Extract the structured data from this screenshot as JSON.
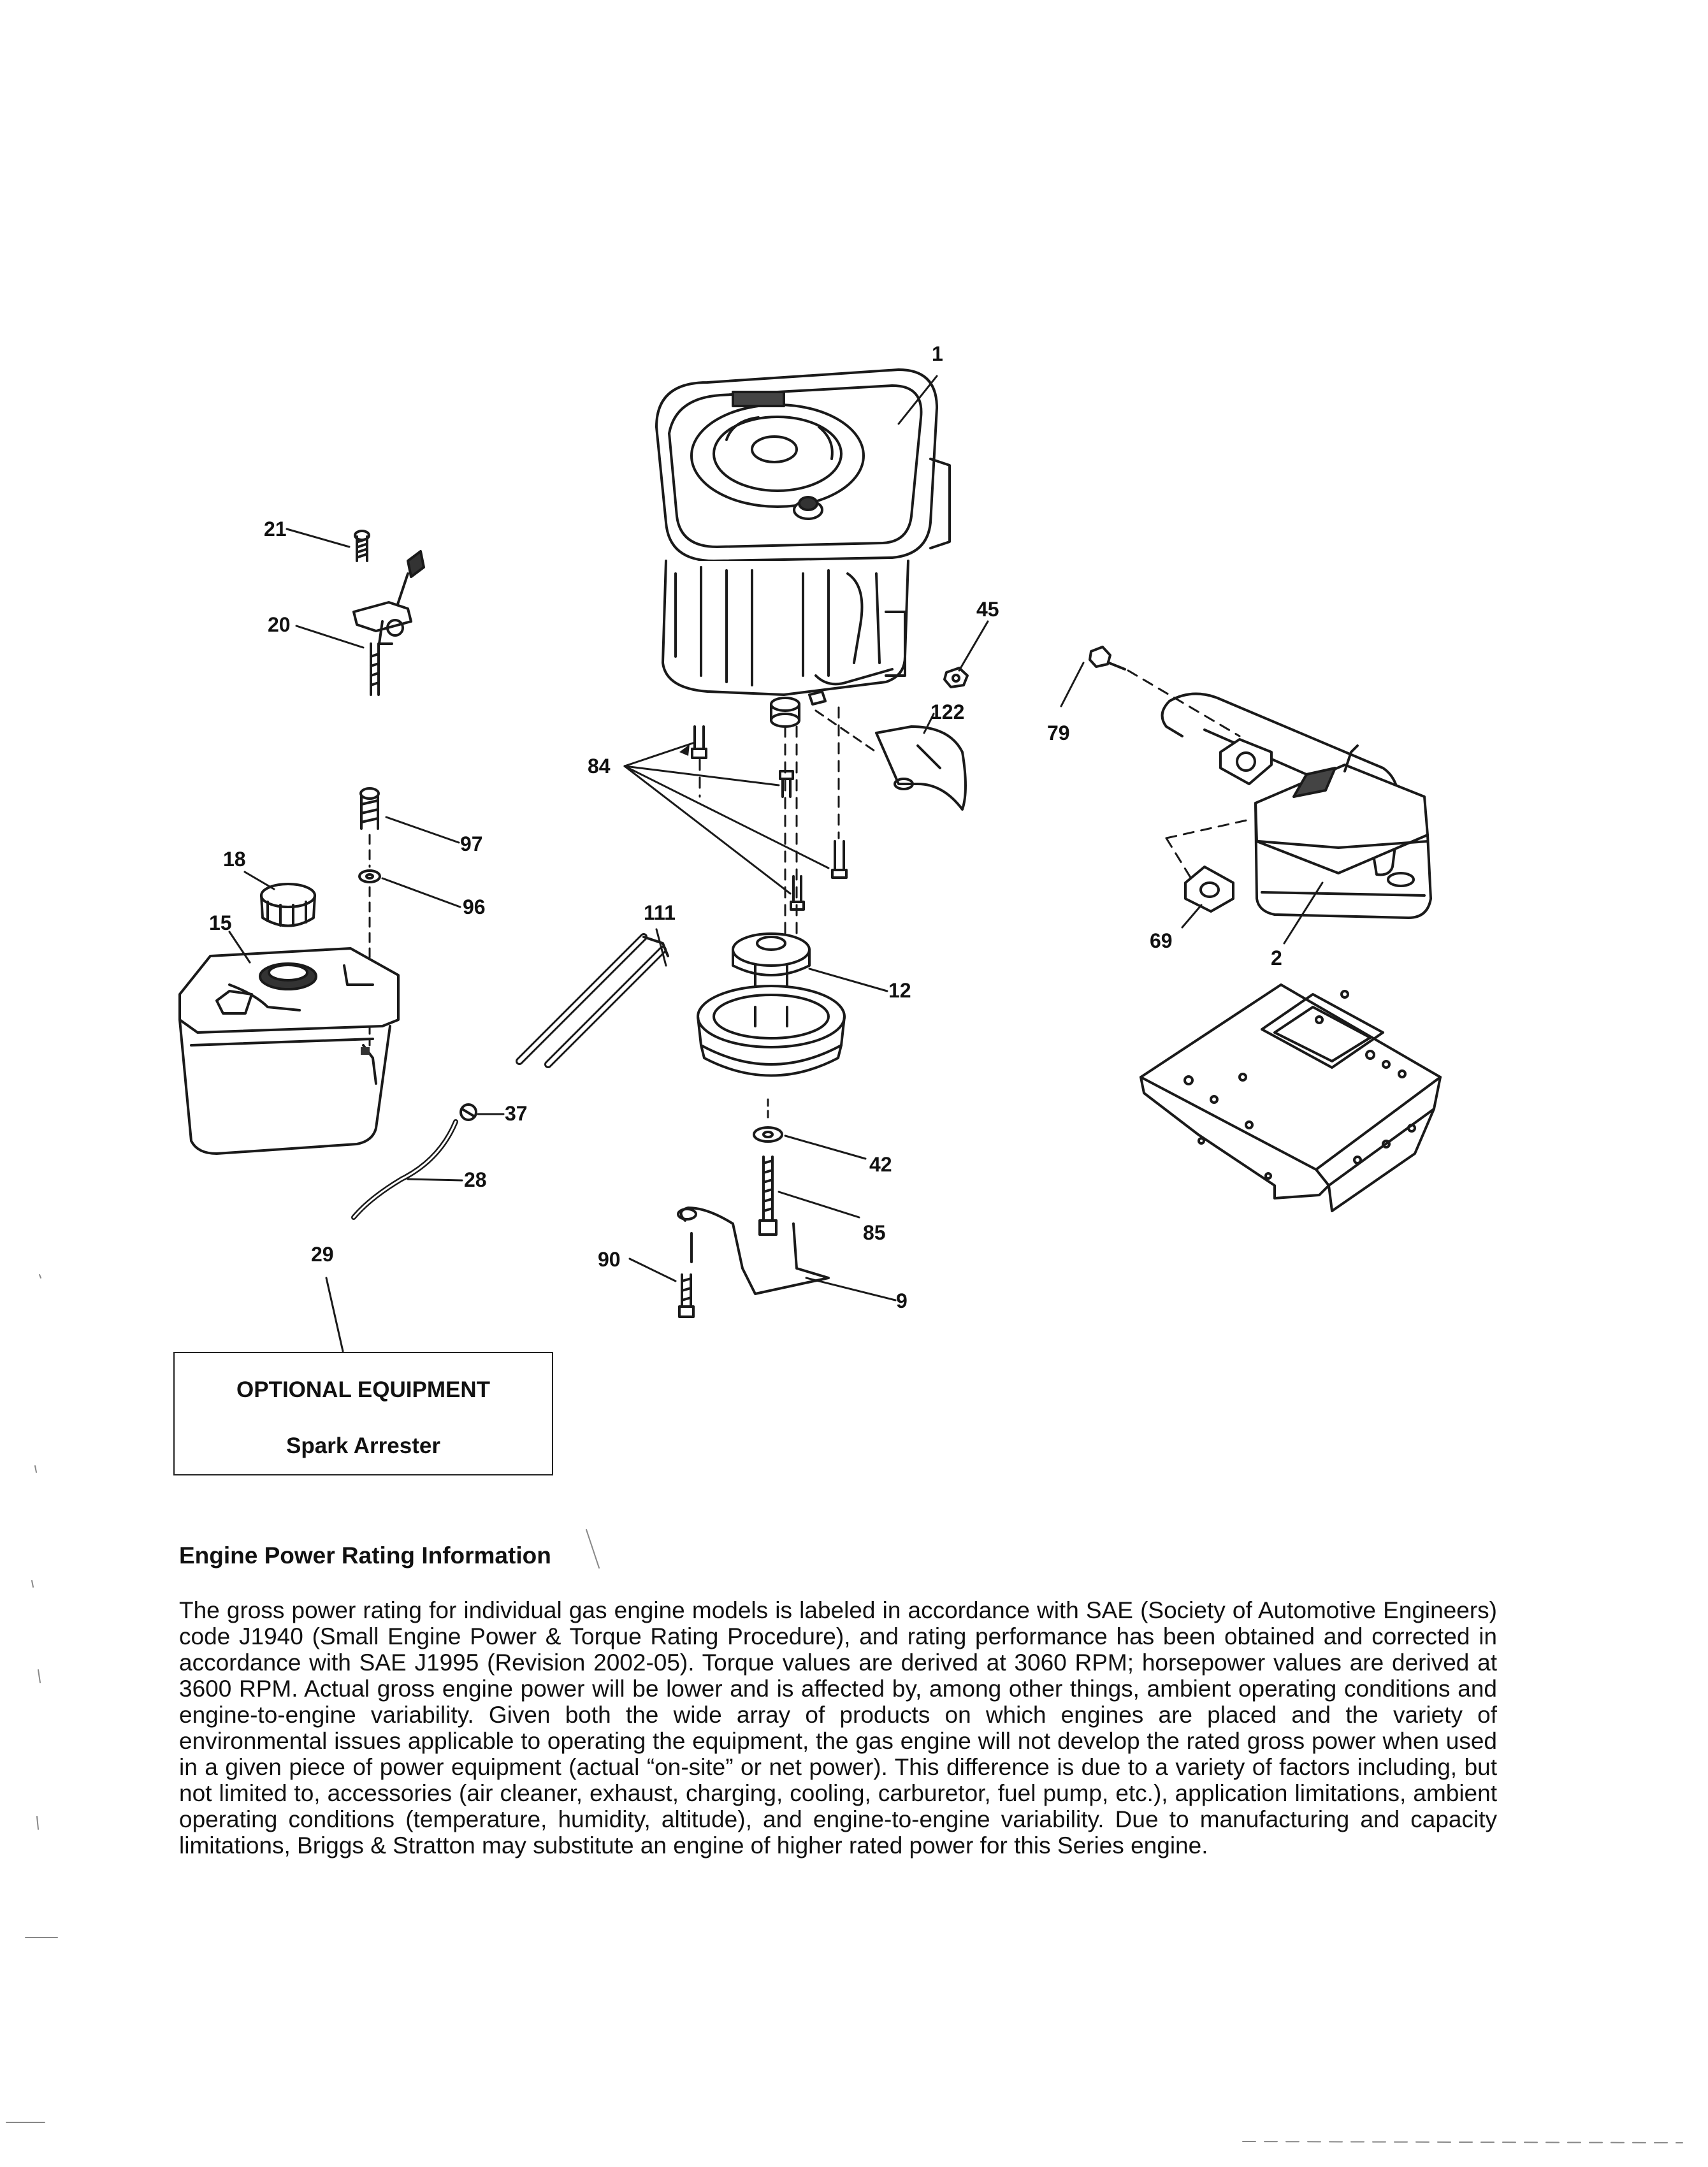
{
  "parts": {
    "p1": "1",
    "p2": "2",
    "p9": "9",
    "p12": "12",
    "p15": "15",
    "p18": "18",
    "p20": "20",
    "p21": "21",
    "p28": "28",
    "p29": "29",
    "p37": "37",
    "p42": "42",
    "p45": "45",
    "p69": "69",
    "p79": "79",
    "p84": "84",
    "p85": "85",
    "p90": "90",
    "p96": "96",
    "p97": "97",
    "p111": "111",
    "p122": "122"
  },
  "optional_box": {
    "title": "OPTIONAL EQUIPMENT",
    "item": "Spark Arrester"
  },
  "rating_info": {
    "heading": "Engine Power Rating Information",
    "body": "The gross power rating for individual gas engine models is labeled in accordance with SAE (Society of Automotive Engineers) code J1940 (Small Engine Power & Torque Rating Procedure), and rating performance has been obtained and corrected in accordance with SAE J1995 (Revision 2002-05). Torque values are derived at 3060 RPM; horsepower values are derived at 3600 RPM. Actual gross engine power will be lower and is affected by, among other things, ambient operating conditions and engine-to-engine variability. Given both the wide array of products on which engines are placed and the variety of environmental issues applicable to operating the equipment, the gas engine will not develop the rated gross power when used in a given piece of power equipment (actual “on-site” or net power). This difference is due to a variety of factors including, but not limited to, accessories (air cleaner, exhaust, charging, cooling, carburetor, fuel pump, etc.), application limitations, ambient operating conditions (temperature, humidity, altitude), and engine-to-engine variability. Due to manufacturing and capacity limitations, Briggs & Stratton may substitute an engine of higher rated power for this Series engine."
  }
}
